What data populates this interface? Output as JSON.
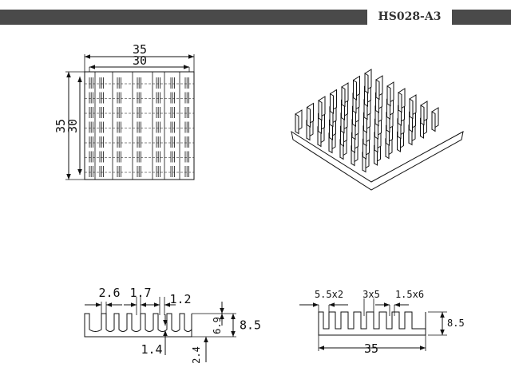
{
  "header": {
    "part_code": "HS028-A3"
  },
  "top_view": {
    "outer_width": "35",
    "inner_width": "30",
    "outer_height": "35",
    "inner_height": "30"
  },
  "side_view_left": {
    "d1": "2.6",
    "d2": "1.7",
    "d3": "1.2",
    "d4": "1.4",
    "d5": "6.9",
    "d6": "8.5",
    "d7": "2.4"
  },
  "side_view_right": {
    "d1": "5.5x2",
    "d2": "3x5",
    "d3": "1.5x6",
    "d4": "8.5",
    "d5": "35"
  }
}
